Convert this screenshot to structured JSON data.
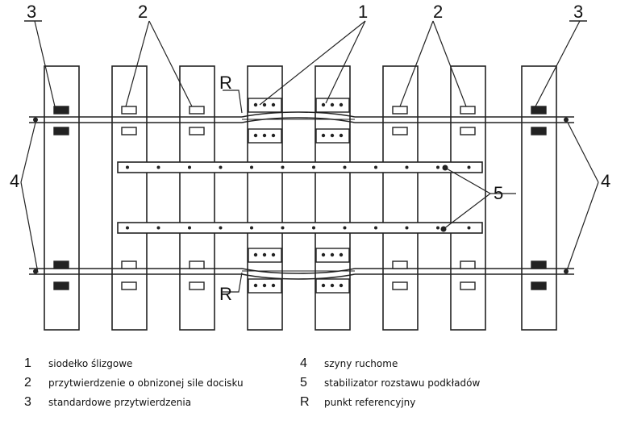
{
  "callouts": {
    "c1": "1",
    "c2": "2",
    "c3": "3",
    "c4": "4",
    "c5": "5",
    "cR": "R"
  },
  "legend": [
    {
      "num": "1",
      "text": "siodełko ślizgowe"
    },
    {
      "num": "2",
      "text": "przytwierdzenie o obnizonej sile docisku"
    },
    {
      "num": "3",
      "text": "standardowe przytwierdzenia"
    },
    {
      "num": "4",
      "text": "szyny ruchome"
    },
    {
      "num": "5",
      "text": "stabilizator rozstawu podkładów"
    },
    {
      "num": "R",
      "text": "punkt referencyjny"
    }
  ]
}
